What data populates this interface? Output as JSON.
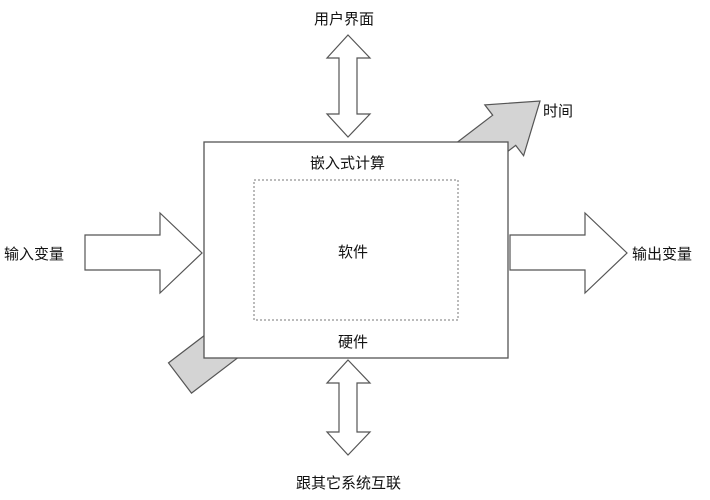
{
  "labels": {
    "user_interface": "用户界面",
    "time": "时间",
    "embedded_computing": "嵌入式计算",
    "software": "软件",
    "hardware": "硬件",
    "input_variables": "输入变量",
    "output_variables": "输出变量",
    "interconnect": "跟其它系统互联"
  },
  "colors": {
    "time_arrow": "#d4d4d4",
    "stroke": "#555555"
  }
}
